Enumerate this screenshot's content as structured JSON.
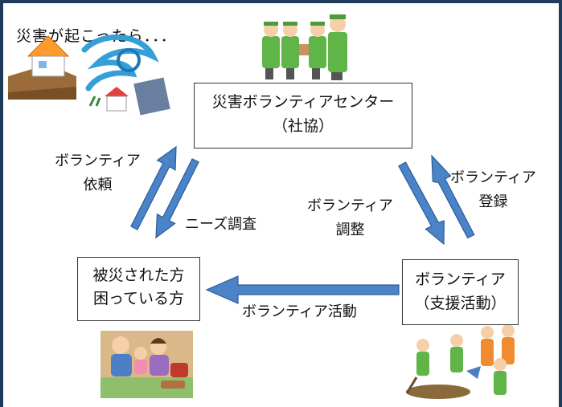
{
  "caption": "災害が起こったら．．．",
  "nodes": {
    "center": {
      "line1": "災害ボランティアセンター",
      "line2": "（社協）"
    },
    "left": {
      "line1": "被災された方",
      "line2": "困っている方"
    },
    "right": {
      "line1": "ボランティア",
      "line2": "（支援活動）"
    }
  },
  "edge_labels": {
    "request": {
      "line1": "ボランティア",
      "line2": "依頼"
    },
    "needs_survey": "ニーズ調査",
    "coordination": {
      "line1": "ボランティア",
      "line2": "調整"
    },
    "registration": {
      "line1": "ボランティア",
      "line2": "登録"
    },
    "activity": "ボランティア活動"
  },
  "colors": {
    "arrow_fill": "#4a83c8",
    "arrow_stroke": "#2e5d96",
    "frame": "#1f3b5c"
  },
  "illustrations": [
    "disaster-scene",
    "volunteer-staff-group",
    "evacuee-family",
    "volunteers-working"
  ]
}
